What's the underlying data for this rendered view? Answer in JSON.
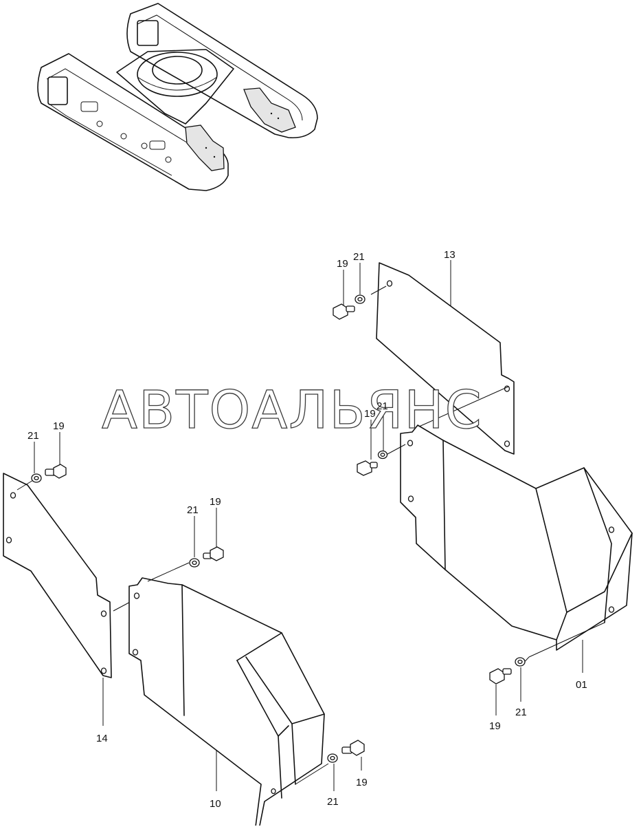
{
  "watermark": "АВТОАЛЬЯНС",
  "callouts": {
    "c13": "13",
    "c19_top": "19",
    "c21_top": "21",
    "c19_mid": "19",
    "c21_mid": "21",
    "c21_left": "21",
    "c19_left": "19",
    "c21_center": "21",
    "c19_center": "19",
    "c14": "14",
    "c10": "10",
    "c21_bottom": "21",
    "c19_bottom": "19",
    "c01": "01",
    "c19_right": "19",
    "c21_right": "21"
  }
}
